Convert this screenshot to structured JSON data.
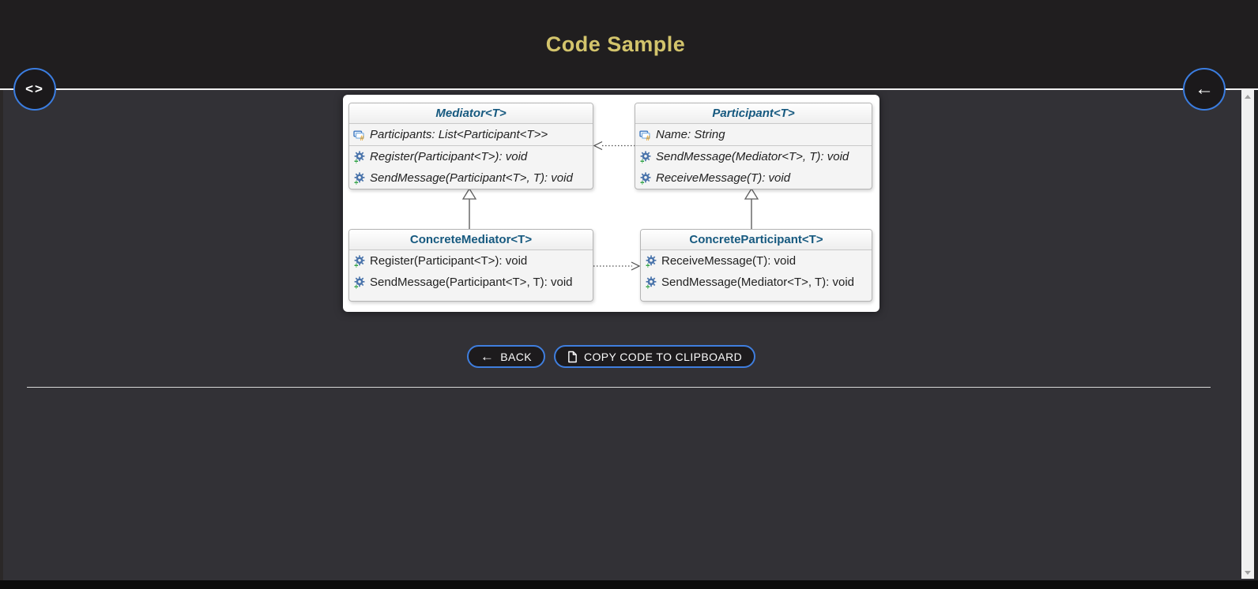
{
  "header": {
    "title": "Code Sample"
  },
  "nav": {
    "code_icon": "<>",
    "back_icon": "←"
  },
  "actions": {
    "back_icon": "←",
    "back_label": "BACK",
    "copy_label": "COPY CODE TO CLIPBOARD"
  },
  "diagram": {
    "classes": [
      {
        "name": "Mediator<T>",
        "abstract": true,
        "properties": [
          "Participants: List<Participant<T>>"
        ],
        "methods": [
          "Register(Participant<T>): void",
          "SendMessage(Participant<T>, T): void"
        ]
      },
      {
        "name": "Participant<T>",
        "abstract": true,
        "properties": [
          "Name: String"
        ],
        "methods": [
          "SendMessage(Mediator<T>, T): void",
          "ReceiveMessage(T): void"
        ]
      },
      {
        "name": "ConcreteMediator<T>",
        "abstract": false,
        "properties": [],
        "methods": [
          "Register(Participant<T>): void",
          "SendMessage(Participant<T>, T): void"
        ]
      },
      {
        "name": "ConcreteParticipant<T>",
        "abstract": false,
        "properties": [],
        "methods": [
          "ReceiveMessage(T): void",
          "SendMessage(Mediator<T>, T): void"
        ]
      }
    ],
    "relations": [
      {
        "type": "dependency",
        "from": "Participant<T>",
        "to": "Mediator<T>",
        "style": "dotted-open-arrow"
      },
      {
        "type": "dependency",
        "from": "ConcreteMediator<T>",
        "to": "ConcreteParticipant<T>",
        "style": "dotted-open-arrow"
      },
      {
        "type": "inheritance",
        "from": "ConcreteMediator<T>",
        "to": "Mediator<T>",
        "style": "solid-hollow-triangle"
      },
      {
        "type": "inheritance",
        "from": "ConcreteParticipant<T>",
        "to": "Participant<T>",
        "style": "solid-hollow-triangle"
      }
    ]
  },
  "colors": {
    "accent_blue": "#3b7de0",
    "title_gold": "#d3c46c",
    "class_name_blue": "#16597f",
    "method_icon_blue": "#4a74ab",
    "plus_green": "#2f9e44",
    "field_hash_orange": "#e8a020",
    "card_background": "#ffffff",
    "page_background": "#323136",
    "header_background": "#201e1f"
  }
}
